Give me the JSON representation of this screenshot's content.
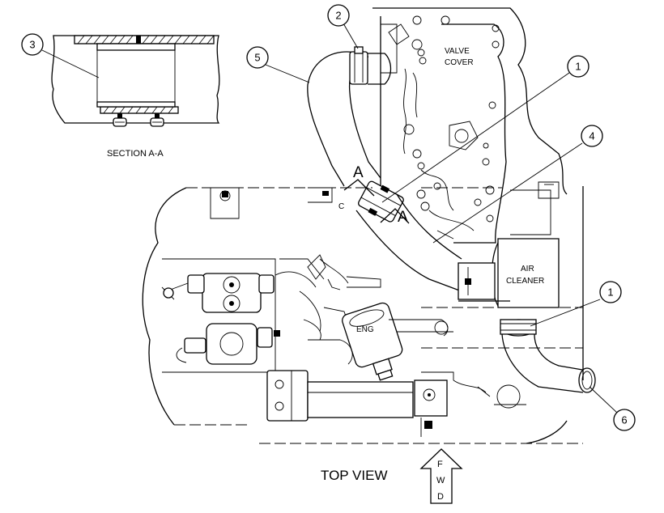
{
  "labels": {
    "valve_cover_line1": "VALVE",
    "valve_cover_line2": "COVER",
    "air_cleaner_line1": "AIR",
    "air_cleaner_line2": "CLEANER",
    "section": "SECTION A-A",
    "top_view": "TOP VIEW",
    "fwd_f": "F",
    "fwd_w": "W",
    "fwd_d": "D",
    "section_mark_a1": "A",
    "section_mark_a2": "A",
    "eng_tag": "ENG",
    "c_tag": "C"
  },
  "callouts": [
    {
      "id": "callout-2",
      "number": "2"
    },
    {
      "id": "callout-3",
      "number": "3"
    },
    {
      "id": "callout-5",
      "number": "5"
    },
    {
      "id": "callout-1-top",
      "number": "1"
    },
    {
      "id": "callout-4",
      "number": "4"
    },
    {
      "id": "callout-1-bottom",
      "number": "1"
    },
    {
      "id": "callout-6",
      "number": "6"
    }
  ]
}
